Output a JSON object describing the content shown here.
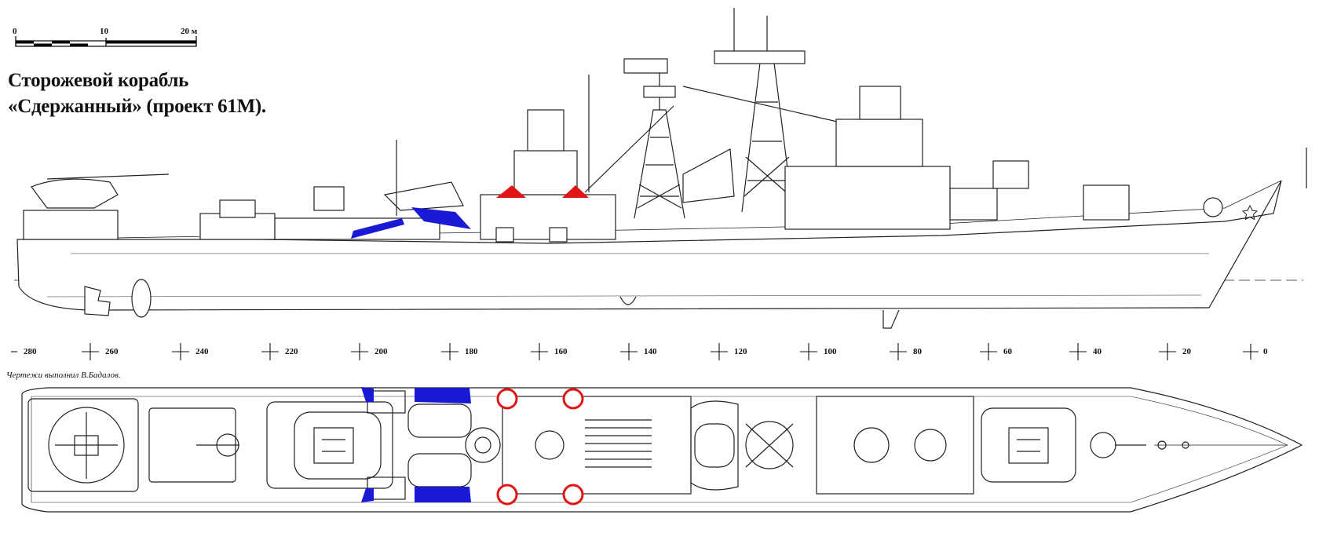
{
  "title": {
    "line1": "Сторожевой корабль",
    "line2": "«Сдержанный» (проект 61М)."
  },
  "scale_bar": {
    "labels": [
      "0",
      "10",
      "20 м"
    ]
  },
  "frame_scale": {
    "labels": [
      "280",
      "260",
      "240",
      "220",
      "200",
      "180",
      "160",
      "140",
      "120",
      "100",
      "80",
      "60",
      "40",
      "20",
      "0"
    ]
  },
  "credit": "Чертежи выполнил В.Бадалов.",
  "colors": {
    "launcher_blue": "#1a1ad6",
    "radar_red": "#e01515",
    "line": "#222222"
  },
  "icons": {
    "ship_star": "star-icon"
  }
}
